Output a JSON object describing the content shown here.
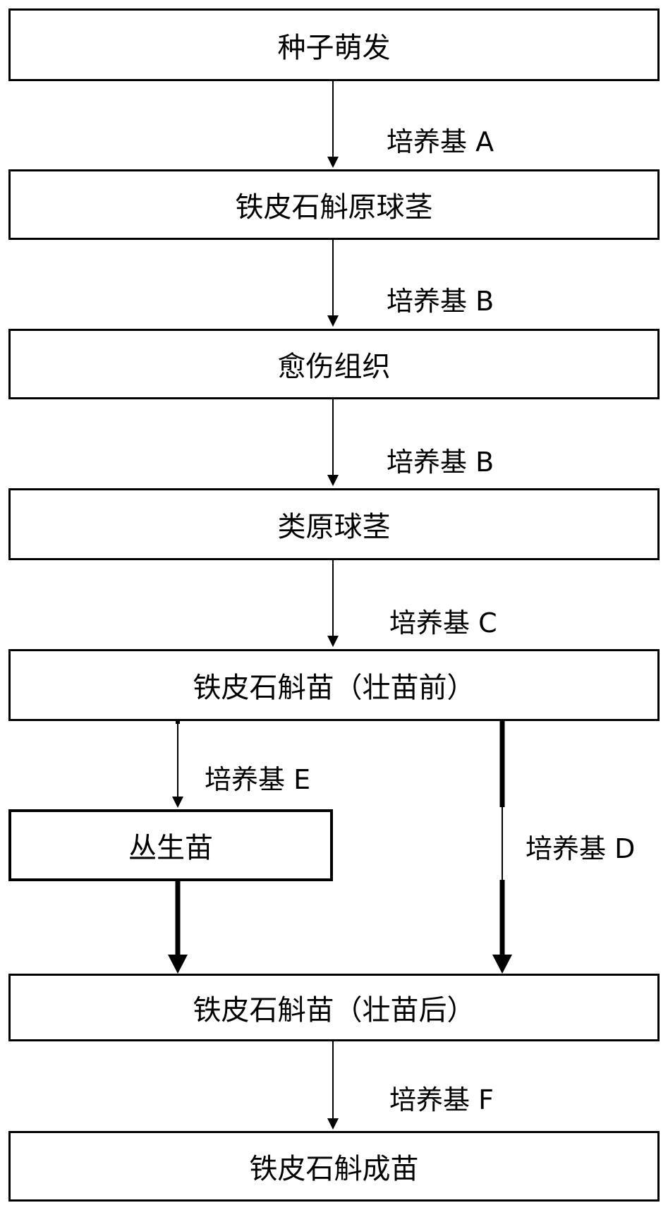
{
  "nodes": {
    "seed": "种子萌发",
    "plb": "铁皮石斛原球茎",
    "callus": "愈伤组织",
    "plb_like": "类原球茎",
    "seedling_before": "铁皮石斛苗（壮苗前）",
    "cluster": "丛生苗",
    "seedling_after": "铁皮石斛苗（壮苗后）",
    "mature": "铁皮石斛成苗"
  },
  "edges": {
    "a": "培养基 A",
    "b1": "培养基 B",
    "b2": "培养基 B",
    "c": "培养基 C",
    "e": "培养基 E",
    "d": "培养基 D",
    "f": "培养基 F"
  }
}
